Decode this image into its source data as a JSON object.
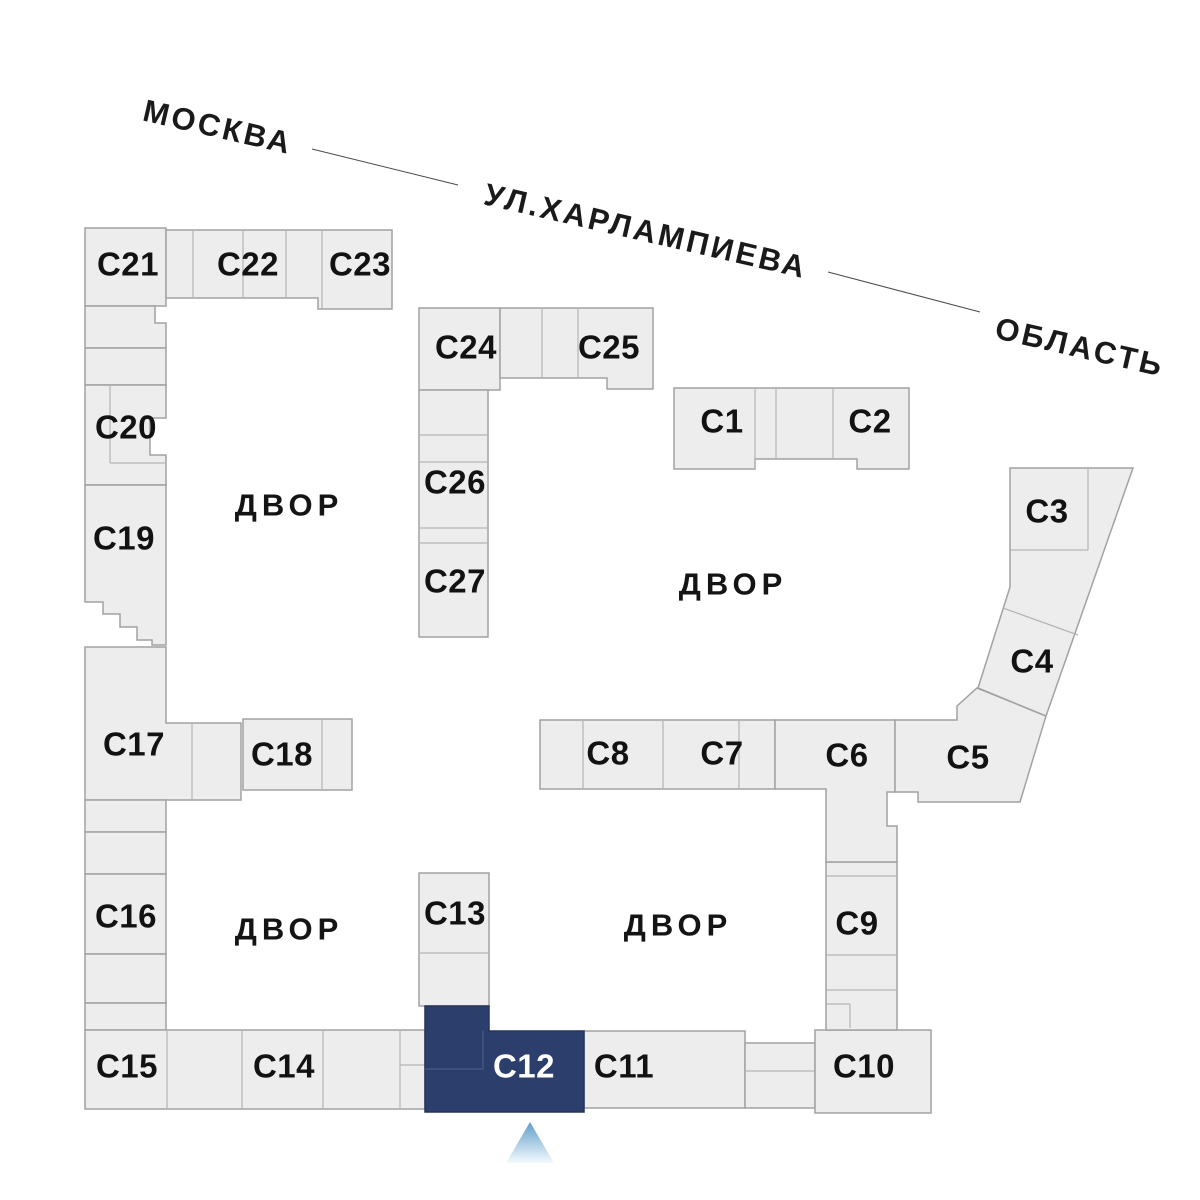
{
  "street": {
    "city_left": "МОСКВА",
    "name": "УЛ.ХАРЛАМПИЕВА",
    "region_right": "ОБЛАСТЬ"
  },
  "courtyard_label": "ДВОР",
  "selected_building": "c12",
  "buildings": {
    "c1": "С1",
    "c2": "С2",
    "c3": "С3",
    "c4": "С4",
    "c5": "С5",
    "c6": "С6",
    "c7": "С7",
    "c8": "С8",
    "c9": "С9",
    "c10": "С10",
    "c11": "С11",
    "c12": "С12",
    "c13": "С13",
    "c14": "С14",
    "c15": "С15",
    "c16": "С16",
    "c17": "С17",
    "c18": "С18",
    "c19": "С19",
    "c20": "С20",
    "c21": "С21",
    "c22": "С22",
    "c23": "С23",
    "c24": "С24",
    "c25": "С25",
    "c26": "С26",
    "c27": "С27"
  },
  "colors": {
    "building_fill": "#ededed",
    "building_stroke": "#a2a2a2",
    "divider_stroke": "#b5b5b5",
    "selected_fill": "#2b3e6c",
    "selected_stroke": "#243459",
    "selected_text": "#ffffff",
    "pointer_gradient_top": "#5f9dc8",
    "pointer_gradient_bottom": "#f4fafd"
  }
}
